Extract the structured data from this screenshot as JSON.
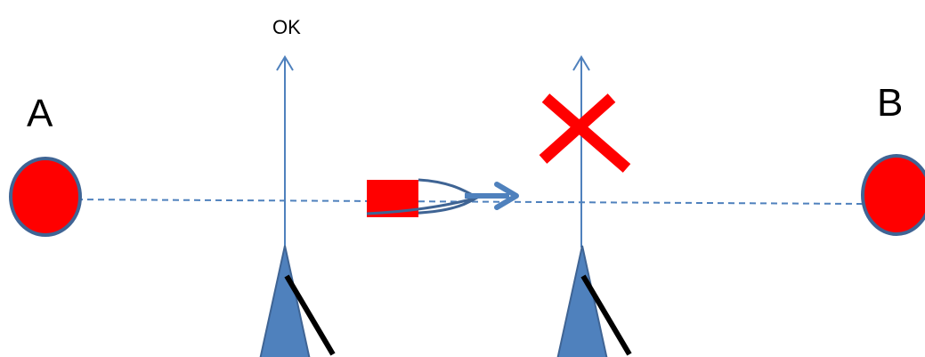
{
  "labels": {
    "point_a": "A",
    "point_b": "B",
    "ok": "OK"
  },
  "icons": {
    "point_a": "red-circle",
    "point_b": "red-circle",
    "boat": "red-boat-with-blue-arrow",
    "reject_mark": "red-x-icon",
    "gate_left": "blue-triangle-marker",
    "gate_right": "blue-triangle-marker"
  },
  "colors": {
    "circle_fill": "#ff0000",
    "circle_stroke": "#3f6494",
    "line_blue": "#4f81bd",
    "triangle_fill": "#4f81bd",
    "triangle_stroke": "#3f6494",
    "boat_fill": "#ff0000",
    "boat_outline": "#3f6494",
    "x_mark": "#ff0000",
    "pole": "#000000"
  }
}
